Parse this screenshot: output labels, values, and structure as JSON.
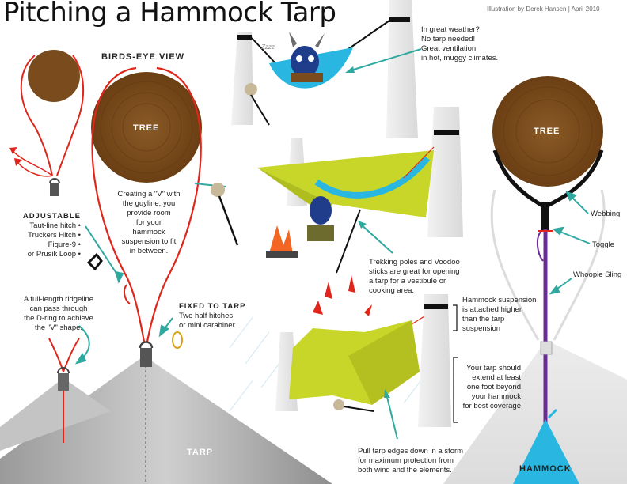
{
  "title": "Pitching a Hammock Tarp",
  "credit": "Illustration by Derek Hansen  |  April 2010",
  "birds_eye": {
    "heading": "BIRDS-EYE VIEW",
    "tree_label": "TREE",
    "tarp_label": "TARP",
    "v_note": [
      "Creating a \"V\" with",
      "the guyline, you",
      "provide room",
      "for your",
      "hammock",
      "suspension to fit",
      "in between."
    ],
    "adjustable_heading": "ADJUSTABLE",
    "adjustable_items": [
      "Taut-line hitch •",
      "Truckers Hitch •",
      "Figure-9 •",
      "or Prusik Loop •"
    ],
    "ridgeline_note": [
      "A full-length ridgeline",
      "can pass through",
      "the D-ring to achieve",
      "the \"V\" shape."
    ],
    "fixed_heading": "FIXED TO TARP",
    "fixed_items": [
      "Two half hitches",
      "or mini carabiner"
    ]
  },
  "scenes": {
    "great_weather": [
      "In great weather?",
      "No tarp needed!",
      "Great ventilation",
      "in hot, muggy climates."
    ],
    "trekking_poles": [
      "Trekking poles and Voodoo",
      "sticks are great for opening",
      "a tarp for a vestibule or",
      "cooking area."
    ],
    "storm": [
      "Pull tarp edges down in a storm",
      "for maximum protection from",
      "both wind and the elements."
    ],
    "zzz": "Zzzz"
  },
  "side_view": {
    "tree_label": "TREE",
    "hammock_label": "HAMMOCK",
    "webbing": "Webbing",
    "toggle": "Toggle",
    "whoopie": "Whoopie Sling",
    "suspension_note": [
      "Hammock suspension",
      "is attached higher",
      "than the tarp",
      "suspension"
    ],
    "extend_note": [
      "Your tarp should",
      "extend at least",
      "one foot beyond",
      "your hammock",
      "for best coverage"
    ]
  },
  "colors": {
    "bark": "#7a4b1c",
    "guyline": "#e0261b",
    "tarp_gray": "#a9a9a9",
    "tarp_green": "#c8d62a",
    "hammock_blue": "#29b6e0",
    "suspension_purple": "#6a2c91",
    "teal_arrow": "#2fa9a0"
  }
}
